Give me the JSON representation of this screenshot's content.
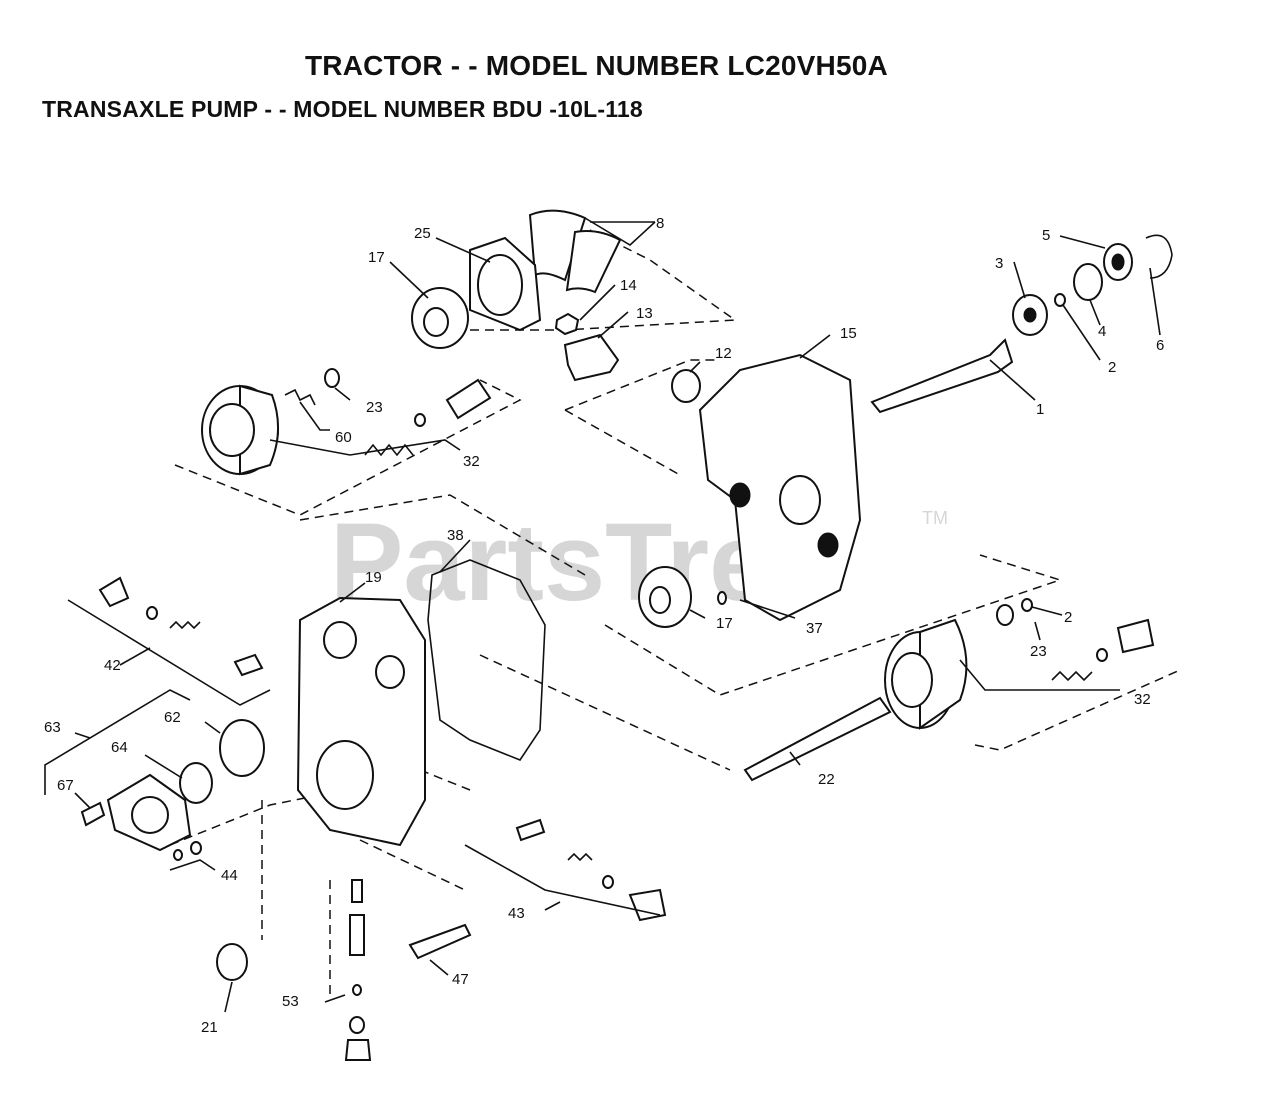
{
  "header": {
    "title": "TRACTOR - - MODEL NUMBER LC20VH50A",
    "subtitle": "TRANSAXLE PUMP - - MODEL NUMBER BDU -10L-118"
  },
  "watermark": {
    "text": "PartsTree",
    "trademark": "TM"
  },
  "callouts": {
    "c8": "8",
    "c25": "25",
    "c17a": "17",
    "c14": "14",
    "c13": "13",
    "c5": "5",
    "c3": "3",
    "c4": "4",
    "c6": "6",
    "c2a": "2",
    "c1": "1",
    "c12": "12",
    "c15": "15",
    "c23a": "23",
    "c60": "60",
    "c32a": "32",
    "c38": "38",
    "c19": "19",
    "c17b": "17",
    "c37": "37",
    "c2b": "2",
    "c23b": "23",
    "c32b": "32",
    "c42": "42",
    "c63": "63",
    "c62": "62",
    "c64": "64",
    "c67": "67",
    "c44": "44",
    "c22": "22",
    "c43": "43",
    "c47": "47",
    "c53": "53",
    "c21": "21"
  },
  "colors": {
    "ink": "#111111",
    "watermark": "#d6d6d6",
    "background": "#ffffff"
  }
}
